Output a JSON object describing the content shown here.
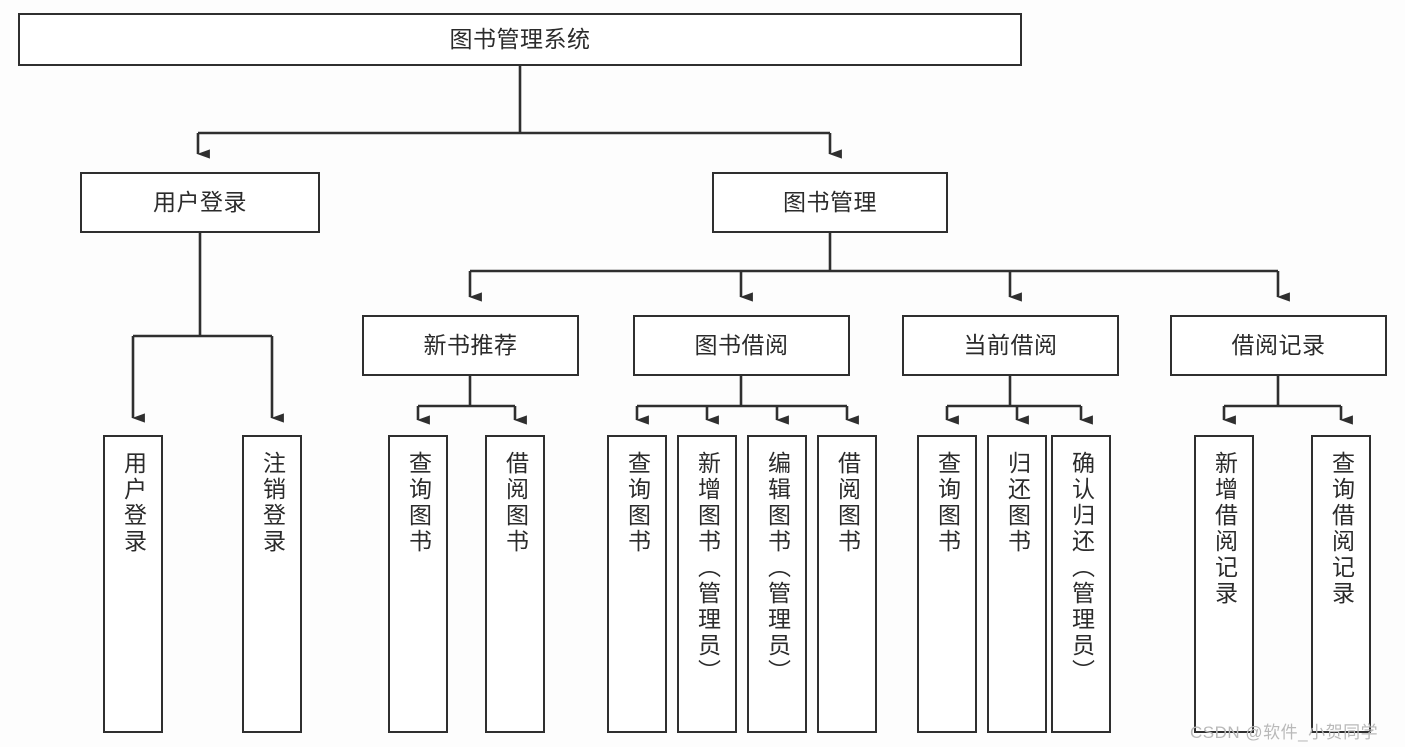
{
  "diagram": {
    "title": "图书管理系统",
    "type": "tree-hierarchy",
    "watermark": "CSDN @软件_小贺同学",
    "colors": {
      "box_border": "#2f2f2f",
      "box_fill": "#ffffff",
      "connector": "#2f2f2f",
      "text": "#2b2b2b",
      "watermark": "#b9b9b9",
      "canvas": "#fdfdfd"
    },
    "levels": {
      "root": "图书管理系统",
      "level2": [
        "用户登录",
        "图书管理"
      ],
      "level3": [
        "新书推荐",
        "图书借阅",
        "当前借阅",
        "借阅记录"
      ]
    },
    "nodes": {
      "root": {
        "label": "图书管理系统"
      },
      "user_login": {
        "label": "用户登录"
      },
      "book_manage": {
        "label": "图书管理"
      },
      "new_book_rec": {
        "label": "新书推荐"
      },
      "book_borrow": {
        "label": "图书借阅"
      },
      "current_borrow": {
        "label": "当前借阅"
      },
      "borrow_record": {
        "label": "借阅记录"
      },
      "leaf_1": {
        "label": "用户登录"
      },
      "leaf_2": {
        "label": "注销登录"
      },
      "leaf_3": {
        "label": "查询图书"
      },
      "leaf_4": {
        "label": "借阅图书"
      },
      "leaf_5": {
        "label": "查询图书"
      },
      "leaf_6": {
        "label": "新增图书（管理员）"
      },
      "leaf_7": {
        "label": "编辑图书（管理员）"
      },
      "leaf_8": {
        "label": "借阅图书"
      },
      "leaf_9": {
        "label": "查询图书"
      },
      "leaf_10": {
        "label": "归还图书"
      },
      "leaf_11": {
        "label": "确认归还（管理员）"
      },
      "leaf_12": {
        "label": "新增借阅记录"
      },
      "leaf_13": {
        "label": "查询借阅记录"
      }
    }
  }
}
